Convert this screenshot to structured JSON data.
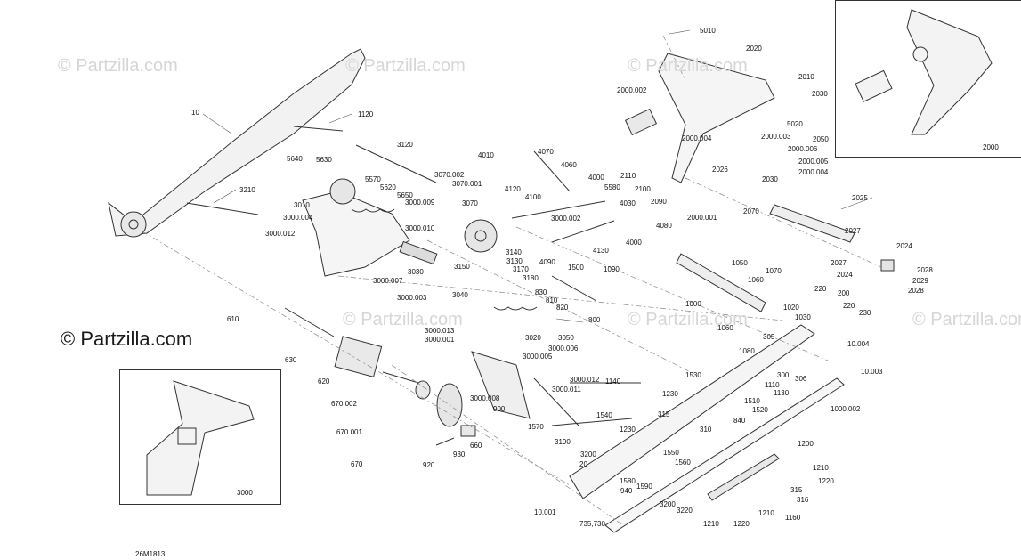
{
  "watermark": {
    "text": "© Partzilla.com"
  },
  "diagram_code": "26M1813",
  "insets": [
    {
      "label": "2000"
    },
    {
      "label": "3000"
    }
  ],
  "labels": [
    "5010",
    "2020",
    "2010",
    "2030",
    "5020",
    "2050",
    "2000.002",
    "2000.003",
    "2000.006",
    "2000.005",
    "2000.004",
    "2000.004",
    "10",
    "1120",
    "3120",
    "5640",
    "5630",
    "5570",
    "5620",
    "5650",
    "3010",
    "3000.004",
    "3000.009",
    "3000.012",
    "3070.002",
    "3070.001",
    "4010",
    "3070",
    "3000.010",
    "4070",
    "4060",
    "4120",
    "4100",
    "4000",
    "5580",
    "4030",
    "3000.002",
    "2110",
    "2100",
    "2090",
    "2000.001",
    "2070",
    "2026",
    "2030",
    "2025",
    "2027",
    "2024",
    "2027",
    "2024",
    "2028",
    "2029",
    "2028",
    "3210",
    "3030",
    "3000.007",
    "3000.003",
    "3150",
    "3140",
    "3130",
    "3170",
    "3180",
    "4090",
    "1500",
    "1090",
    "4130",
    "4000",
    "4080",
    "1050",
    "1070",
    "1060",
    "220",
    "200",
    "220",
    "230",
    "1000",
    "1020",
    "1030",
    "3040",
    "830",
    "810",
    "820",
    "800",
    "610",
    "630",
    "3000.013",
    "3000.001",
    "3020",
    "3050",
    "3000.006",
    "3000.005",
    "3000.011",
    "1060",
    "305",
    "1080",
    "10.004",
    "10.003",
    "620",
    "670.002",
    "670.001",
    "3000.012",
    "1140",
    "1530",
    "300",
    "306",
    "1110",
    "1130",
    "1510",
    "1520",
    "1000.002",
    "1230",
    "315",
    "840",
    "3000.008",
    "900",
    "1540",
    "1570",
    "1230",
    "310",
    "660",
    "930",
    "3190",
    "3200",
    "20",
    "1550",
    "1560",
    "1200",
    "670",
    "920",
    "1580",
    "940",
    "1590",
    "1210",
    "1220",
    "3200",
    "3220",
    "315",
    "316",
    "1210",
    "1160",
    "1220",
    "1210",
    "735,730",
    "10.001"
  ]
}
